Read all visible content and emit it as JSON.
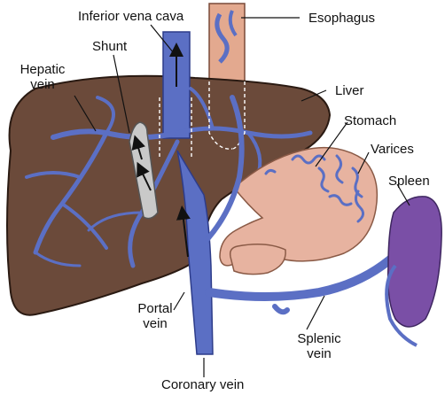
{
  "labels": {
    "inferior_vena_cava": "Inferior vena cava",
    "esophagus": "Esophagus",
    "shunt": "Shunt",
    "hepatic_vein_line1": "Hepatic",
    "hepatic_vein_line2": "vein",
    "liver": "Liver",
    "stomach": "Stomach",
    "varices": "Varices",
    "spleen": "Spleen",
    "portal_vein_line1": "Portal",
    "portal_vein_line2": "vein",
    "splenic_vein_line1": "Splenic",
    "splenic_vein_line2": "vein",
    "coronary_vein": "Coronary vein"
  },
  "colors": {
    "liver": "#6b4a3a",
    "liver_edge": "#2a1a12",
    "vein": "#5b6fc4",
    "vein_edge": "#2d3c8a",
    "stomach": "#e7b3a0",
    "esophagus": "#e3a98f",
    "spleen": "#7a4fa6",
    "shunt": "#c9c9c9",
    "leader": "#111111"
  }
}
